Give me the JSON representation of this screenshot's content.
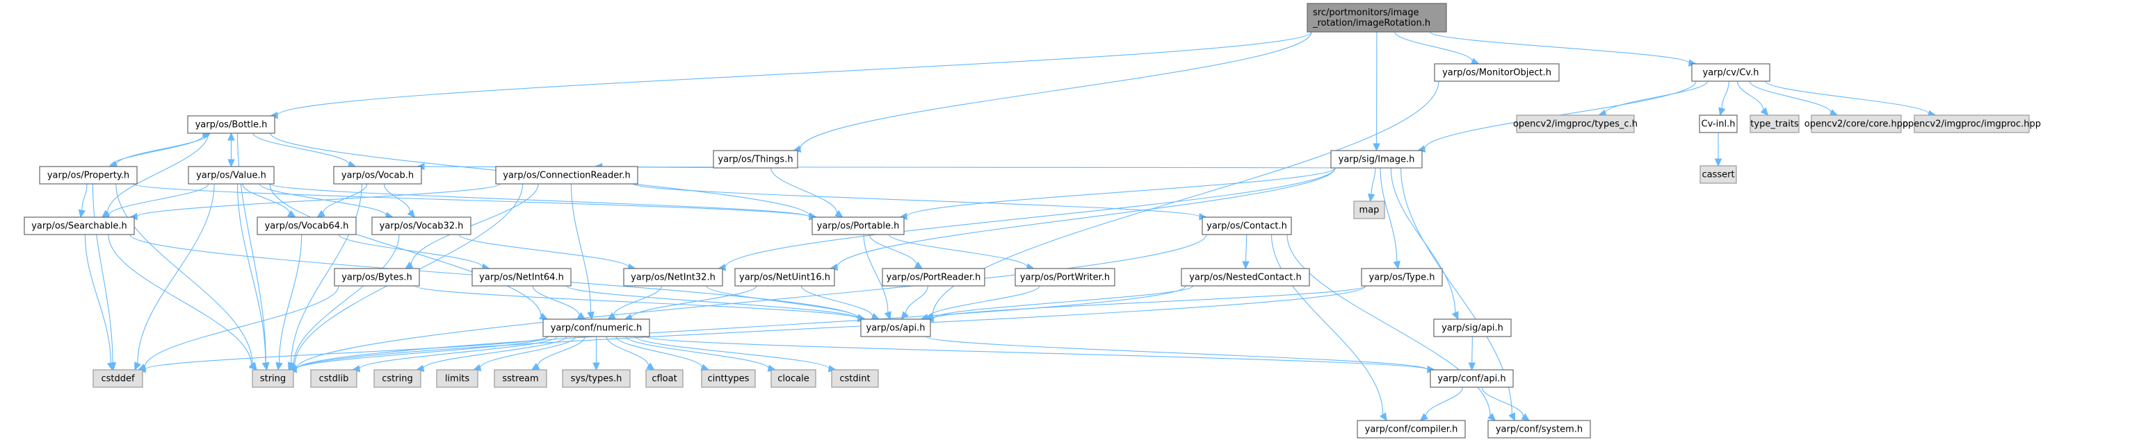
{
  "title": "Include dependency graph for imageRotation.h",
  "colors": {
    "edge": "#63b8ff",
    "root_fill": "#999999",
    "local_fill": "#ffffff",
    "system_fill": "#e0e0e0"
  },
  "nodes": [
    {
      "id": "root",
      "label": [
        "src/portmonitors/image",
        "_rotation/imageRotation.h"
      ],
      "kind": "root"
    },
    {
      "id": "bottle",
      "label": [
        "yarp/os/Bottle.h"
      ],
      "kind": "local"
    },
    {
      "id": "things",
      "label": [
        "yarp/os/Things.h"
      ],
      "kind": "local"
    },
    {
      "id": "monitorobject",
      "label": [
        "yarp/os/MonitorObject.h"
      ],
      "kind": "local"
    },
    {
      "id": "image",
      "label": [
        "yarp/sig/Image.h"
      ],
      "kind": "local"
    },
    {
      "id": "cv",
      "label": [
        "yarp/cv/Cv.h"
      ],
      "kind": "local"
    },
    {
      "id": "property",
      "label": [
        "yarp/os/Property.h"
      ],
      "kind": "local"
    },
    {
      "id": "value",
      "label": [
        "yarp/os/Value.h"
      ],
      "kind": "local"
    },
    {
      "id": "vocab",
      "label": [
        "yarp/os/Vocab.h"
      ],
      "kind": "local"
    },
    {
      "id": "connectionreader",
      "label": [
        "yarp/os/ConnectionReader.h"
      ],
      "kind": "local"
    },
    {
      "id": "searchable",
      "label": [
        "yarp/os/Searchable.h"
      ],
      "kind": "local"
    },
    {
      "id": "vocab64",
      "label": [
        "yarp/os/Vocab64.h"
      ],
      "kind": "local"
    },
    {
      "id": "vocab32",
      "label": [
        "yarp/os/Vocab32.h"
      ],
      "kind": "local"
    },
    {
      "id": "portable",
      "label": [
        "yarp/os/Portable.h"
      ],
      "kind": "local"
    },
    {
      "id": "contact",
      "label": [
        "yarp/os/Contact.h"
      ],
      "kind": "local"
    },
    {
      "id": "bytes",
      "label": [
        "yarp/os/Bytes.h"
      ],
      "kind": "local"
    },
    {
      "id": "netint64",
      "label": [
        "yarp/os/NetInt64.h"
      ],
      "kind": "local"
    },
    {
      "id": "netint32",
      "label": [
        "yarp/os/NetInt32.h"
      ],
      "kind": "local"
    },
    {
      "id": "netuint16",
      "label": [
        "yarp/os/NetUint16.h"
      ],
      "kind": "local"
    },
    {
      "id": "portreader",
      "label": [
        "yarp/os/PortReader.h"
      ],
      "kind": "local"
    },
    {
      "id": "portwriter",
      "label": [
        "yarp/os/PortWriter.h"
      ],
      "kind": "local"
    },
    {
      "id": "nestedcontact",
      "label": [
        "yarp/os/NestedContact.h"
      ],
      "kind": "local"
    },
    {
      "id": "type",
      "label": [
        "yarp/os/Type.h"
      ],
      "kind": "local"
    },
    {
      "id": "numeric",
      "label": [
        "yarp/conf/numeric.h"
      ],
      "kind": "local"
    },
    {
      "id": "osapi",
      "label": [
        "yarp/os/api.h"
      ],
      "kind": "local"
    },
    {
      "id": "sigapi",
      "label": [
        "yarp/sig/api.h"
      ],
      "kind": "local"
    },
    {
      "id": "confapi",
      "label": [
        "yarp/conf/api.h"
      ],
      "kind": "local"
    },
    {
      "id": "compiler",
      "label": [
        "yarp/conf/compiler.h"
      ],
      "kind": "local"
    },
    {
      "id": "system",
      "label": [
        "yarp/conf/system.h"
      ],
      "kind": "local"
    },
    {
      "id": "cvinl",
      "label": [
        "Cv-inl.h"
      ],
      "kind": "local"
    },
    {
      "id": "map",
      "label": [
        "map"
      ],
      "kind": "system"
    },
    {
      "id": "types_c",
      "label": [
        "opencv2/imgproc/types_c.h"
      ],
      "kind": "system"
    },
    {
      "id": "type_traits",
      "label": [
        "type_traits"
      ],
      "kind": "system"
    },
    {
      "id": "core",
      "label": [
        "opencv2/core/core.hpp"
      ],
      "kind": "system"
    },
    {
      "id": "imgproc",
      "label": [
        "opencv2/imgproc/imgproc.hpp"
      ],
      "kind": "system"
    },
    {
      "id": "cassert",
      "label": [
        "cassert"
      ],
      "kind": "system"
    },
    {
      "id": "cstddef",
      "label": [
        "cstddef"
      ],
      "kind": "system"
    },
    {
      "id": "string",
      "label": [
        "string"
      ],
      "kind": "system"
    },
    {
      "id": "cstdlib",
      "label": [
        "cstdlib"
      ],
      "kind": "system"
    },
    {
      "id": "cstring",
      "label": [
        "cstring"
      ],
      "kind": "system"
    },
    {
      "id": "limits",
      "label": [
        "limits"
      ],
      "kind": "system"
    },
    {
      "id": "sstream",
      "label": [
        "sstream"
      ],
      "kind": "system"
    },
    {
      "id": "systypes",
      "label": [
        "sys/types.h"
      ],
      "kind": "system"
    },
    {
      "id": "cfloat",
      "label": [
        "cfloat"
      ],
      "kind": "system"
    },
    {
      "id": "cinttypes",
      "label": [
        "cinttypes"
      ],
      "kind": "system"
    },
    {
      "id": "clocale",
      "label": [
        "clocale"
      ],
      "kind": "system"
    },
    {
      "id": "cstdint",
      "label": [
        "cstdint"
      ],
      "kind": "system"
    }
  ],
  "edges": [
    [
      "root",
      "bottle"
    ],
    [
      "root",
      "things"
    ],
    [
      "root",
      "monitorobject"
    ],
    [
      "root",
      "image"
    ],
    [
      "root",
      "cv"
    ],
    [
      "bottle",
      "property"
    ],
    [
      "bottle",
      "value"
    ],
    [
      "bottle",
      "vocab"
    ],
    [
      "bottle",
      "searchable"
    ],
    [
      "bottle",
      "portable"
    ],
    [
      "bottle",
      "string"
    ],
    [
      "property",
      "bottle"
    ],
    [
      "property",
      "searchable"
    ],
    [
      "property",
      "portable"
    ],
    [
      "property",
      "string"
    ],
    [
      "property",
      "cstddef"
    ],
    [
      "value",
      "bottle"
    ],
    [
      "value",
      "searchable"
    ],
    [
      "value",
      "vocab64"
    ],
    [
      "value",
      "vocab32"
    ],
    [
      "value",
      "portable"
    ],
    [
      "value",
      "string"
    ],
    [
      "value",
      "numeric"
    ],
    [
      "value",
      "cstddef"
    ],
    [
      "vocab",
      "vocab64"
    ],
    [
      "vocab",
      "vocab32"
    ],
    [
      "vocab",
      "string"
    ],
    [
      "things",
      "connectionreader"
    ],
    [
      "things",
      "portable"
    ],
    [
      "connectionreader",
      "searchable"
    ],
    [
      "connectionreader",
      "bytes"
    ],
    [
      "connectionreader",
      "contact"
    ],
    [
      "connectionreader",
      "numeric"
    ],
    [
      "connectionreader",
      "string"
    ],
    [
      "searchable",
      "cstddef"
    ],
    [
      "searchable",
      "string"
    ],
    [
      "searchable",
      "osapi"
    ],
    [
      "vocab64",
      "netint64"
    ],
    [
      "vocab64",
      "string"
    ],
    [
      "vocab32",
      "netint32"
    ],
    [
      "vocab32",
      "string"
    ],
    [
      "portable",
      "portreader"
    ],
    [
      "portable",
      "portwriter"
    ],
    [
      "portable",
      "osapi"
    ],
    [
      "contact",
      "nestedcontact"
    ],
    [
      "contact",
      "string"
    ],
    [
      "contact",
      "compiler"
    ],
    [
      "contact",
      "system"
    ],
    [
      "bytes",
      "cstddef"
    ],
    [
      "bytes",
      "osapi"
    ],
    [
      "netint64",
      "numeric"
    ],
    [
      "netint64",
      "osapi"
    ],
    [
      "netint32",
      "numeric"
    ],
    [
      "netint32",
      "osapi"
    ],
    [
      "netuint16",
      "numeric"
    ],
    [
      "netuint16",
      "osapi"
    ],
    [
      "portreader",
      "osapi"
    ],
    [
      "portwriter",
      "osapi"
    ],
    [
      "nestedcontact",
      "osapi"
    ],
    [
      "nestedcontact",
      "string"
    ],
    [
      "type",
      "osapi"
    ],
    [
      "type",
      "string"
    ],
    [
      "numeric",
      "cstddef"
    ],
    [
      "numeric",
      "string"
    ],
    [
      "numeric",
      "cstdlib"
    ],
    [
      "numeric",
      "cstring"
    ],
    [
      "numeric",
      "limits"
    ],
    [
      "numeric",
      "sstream"
    ],
    [
      "numeric",
      "systypes"
    ],
    [
      "numeric",
      "cfloat"
    ],
    [
      "numeric",
      "cinttypes"
    ],
    [
      "numeric",
      "clocale"
    ],
    [
      "numeric",
      "cstdint"
    ],
    [
      "numeric",
      "confapi"
    ],
    [
      "osapi",
      "confapi"
    ],
    [
      "image",
      "vocab"
    ],
    [
      "image",
      "portable"
    ],
    [
      "image",
      "netint32"
    ],
    [
      "image",
      "netuint16"
    ],
    [
      "image",
      "map"
    ],
    [
      "image",
      "type"
    ],
    [
      "image",
      "sigapi"
    ],
    [
      "image",
      "system"
    ],
    [
      "monitorobject",
      "osapi"
    ],
    [
      "sigapi",
      "confapi"
    ],
    [
      "confapi",
      "compiler"
    ],
    [
      "confapi",
      "system"
    ],
    [
      "cv",
      "image"
    ],
    [
      "cv",
      "types_c"
    ],
    [
      "cv",
      "cvinl"
    ],
    [
      "cv",
      "type_traits"
    ],
    [
      "cv",
      "core"
    ],
    [
      "cv",
      "imgproc"
    ],
    [
      "cvinl",
      "cassert"
    ]
  ]
}
